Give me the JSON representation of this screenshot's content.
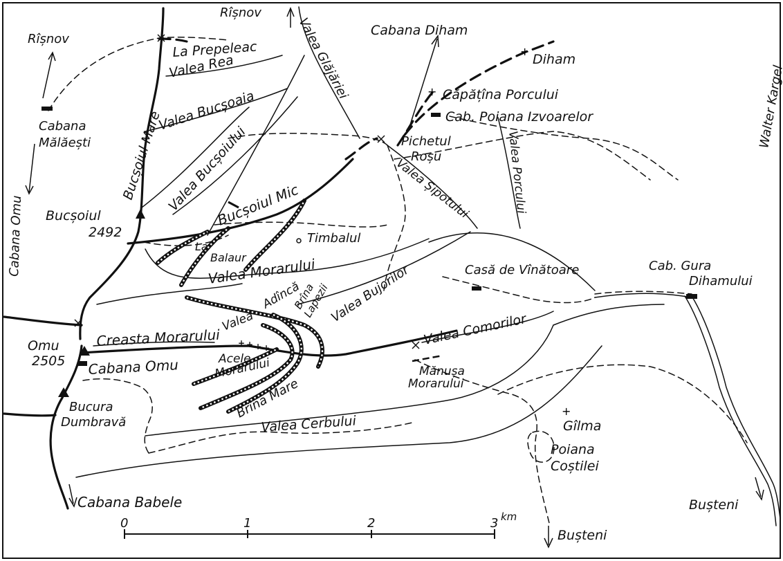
{
  "map": {
    "labels": {
      "risnov_top": "Rîșnov",
      "risnov_left": "Rîșnov",
      "cabana_diham": "Cabana Diham",
      "diham": "Diham",
      "capatina_porcului": "Căpățîna Porcului",
      "cab_poiana_izvoarelor": "Cab. Poiana Izvoarelor",
      "walter_kargel": "Walter Kargel",
      "la_prepeleac": "La Prepeleac",
      "valea_rea": "Valea Rea",
      "valea_bucsoaia": "Valea Bucșoaia",
      "valea_glajariei": "Valea Glăjăriei",
      "bucsoiul_mare": "Bucșoiul Mare",
      "cabana_malaesti_1": "Cabana",
      "cabana_malaesti_2": "Mălăești",
      "valea_bucsoiului": "Valea Bucșoiului",
      "pichetul_rosu_1": "Pichetul",
      "pichetul_rosu_2": "Roșu",
      "valea_sipotului": "Valea Șipotului",
      "valea_porcului": "Valea Porcului",
      "cabana_omu_vertical": "Cabana Omu",
      "bucsoiul_name": "Bucșoiul",
      "bucsoiul_alt": "2492",
      "bucsoiul_mic": "Bucșoiul Mic",
      "la_balaur_1": "La",
      "la_balaur_2": "Balaur",
      "timbalul": "Timbalul",
      "valea_morarului": "Valea Morarului",
      "valea_bujorilor": "Valea Bujorilor",
      "casa_de_vinatoare": "Casă de Vînătoare",
      "cab_gura_dihamului_1": "Cab. Gura",
      "cab_gura_dihamului_2": "Dihamului",
      "valea_adinca_1": "Valea",
      "valea_adinca_2": "Adîncă",
      "brina_lapezii_1": "Brîna",
      "brina_lapezii_2": "Lapezii",
      "creasta_morarului": "Creasta Morarului",
      "valea_comorilor": "Valea Comorilor",
      "omu_name": "Omu",
      "omu_alt": "2505",
      "cabana_omu": "Cabana Omu",
      "acele_morarului_1": "Acele",
      "acele_morarului_2": "Morarului",
      "manusa_morarului_1": "Mănușa",
      "manusa_morarului_2": "Morarului",
      "brina_mare": "Brîna Mare",
      "bucura_dumbrava_1": "Bucura",
      "bucura_dumbrava_2": "Dumbravă",
      "valea_cerbului": "Valea Cerbului",
      "gilma": "Gîlma",
      "poiana_costilei_1": "Poiana",
      "poiana_costilei_2": "Coștilei",
      "cabana_babele": "Cabana Babele",
      "busteni_right": "Bușteni",
      "busteni_bottom": "Bușteni"
    },
    "scale": {
      "ticks": [
        "0",
        "1",
        "2",
        "3"
      ],
      "unit": "km"
    }
  }
}
